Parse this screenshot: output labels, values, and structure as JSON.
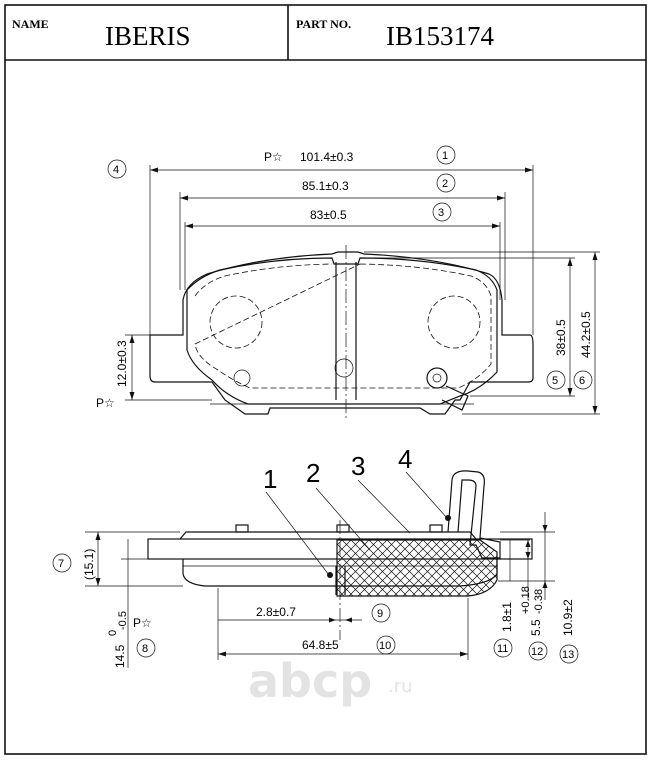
{
  "header": {
    "name_label": "NAME",
    "brand": "IBERIS",
    "part_label": "PART NO.",
    "part_number": "IB153174"
  },
  "dimensions": {
    "d1": "101.4±0.3",
    "d2": "85.1±0.3",
    "d3": "83±0.5",
    "d4_height_left": "12.0±0.3",
    "d5": "38±0.5",
    "d6": "44.2±0.5",
    "d7": "(15.1)",
    "d8": "14.5",
    "d8_tol_upper": "0",
    "d8_tol_lower": "-0.5",
    "d9": "2.8±0.7",
    "d10": "64.8±5",
    "d11": "1.8±1",
    "d12": "5.5",
    "d12_tol_upper": "+0.18",
    "d12_tol_lower": "-0.38",
    "d13": "10.9±2"
  },
  "markers": {
    "p_star": "P☆",
    "c1": "1",
    "c2": "2",
    "c3": "3",
    "c4": "4",
    "c5": "5",
    "c6": "6",
    "c7": "7",
    "c8": "8",
    "c9": "9",
    "c10": "10",
    "c11": "11",
    "c12": "12",
    "c13": "13"
  },
  "callouts": {
    "l1": "1",
    "l2": "2",
    "l3": "3",
    "l4": "4"
  },
  "watermark": {
    "text": "abcp",
    "suffix": ".ru"
  }
}
